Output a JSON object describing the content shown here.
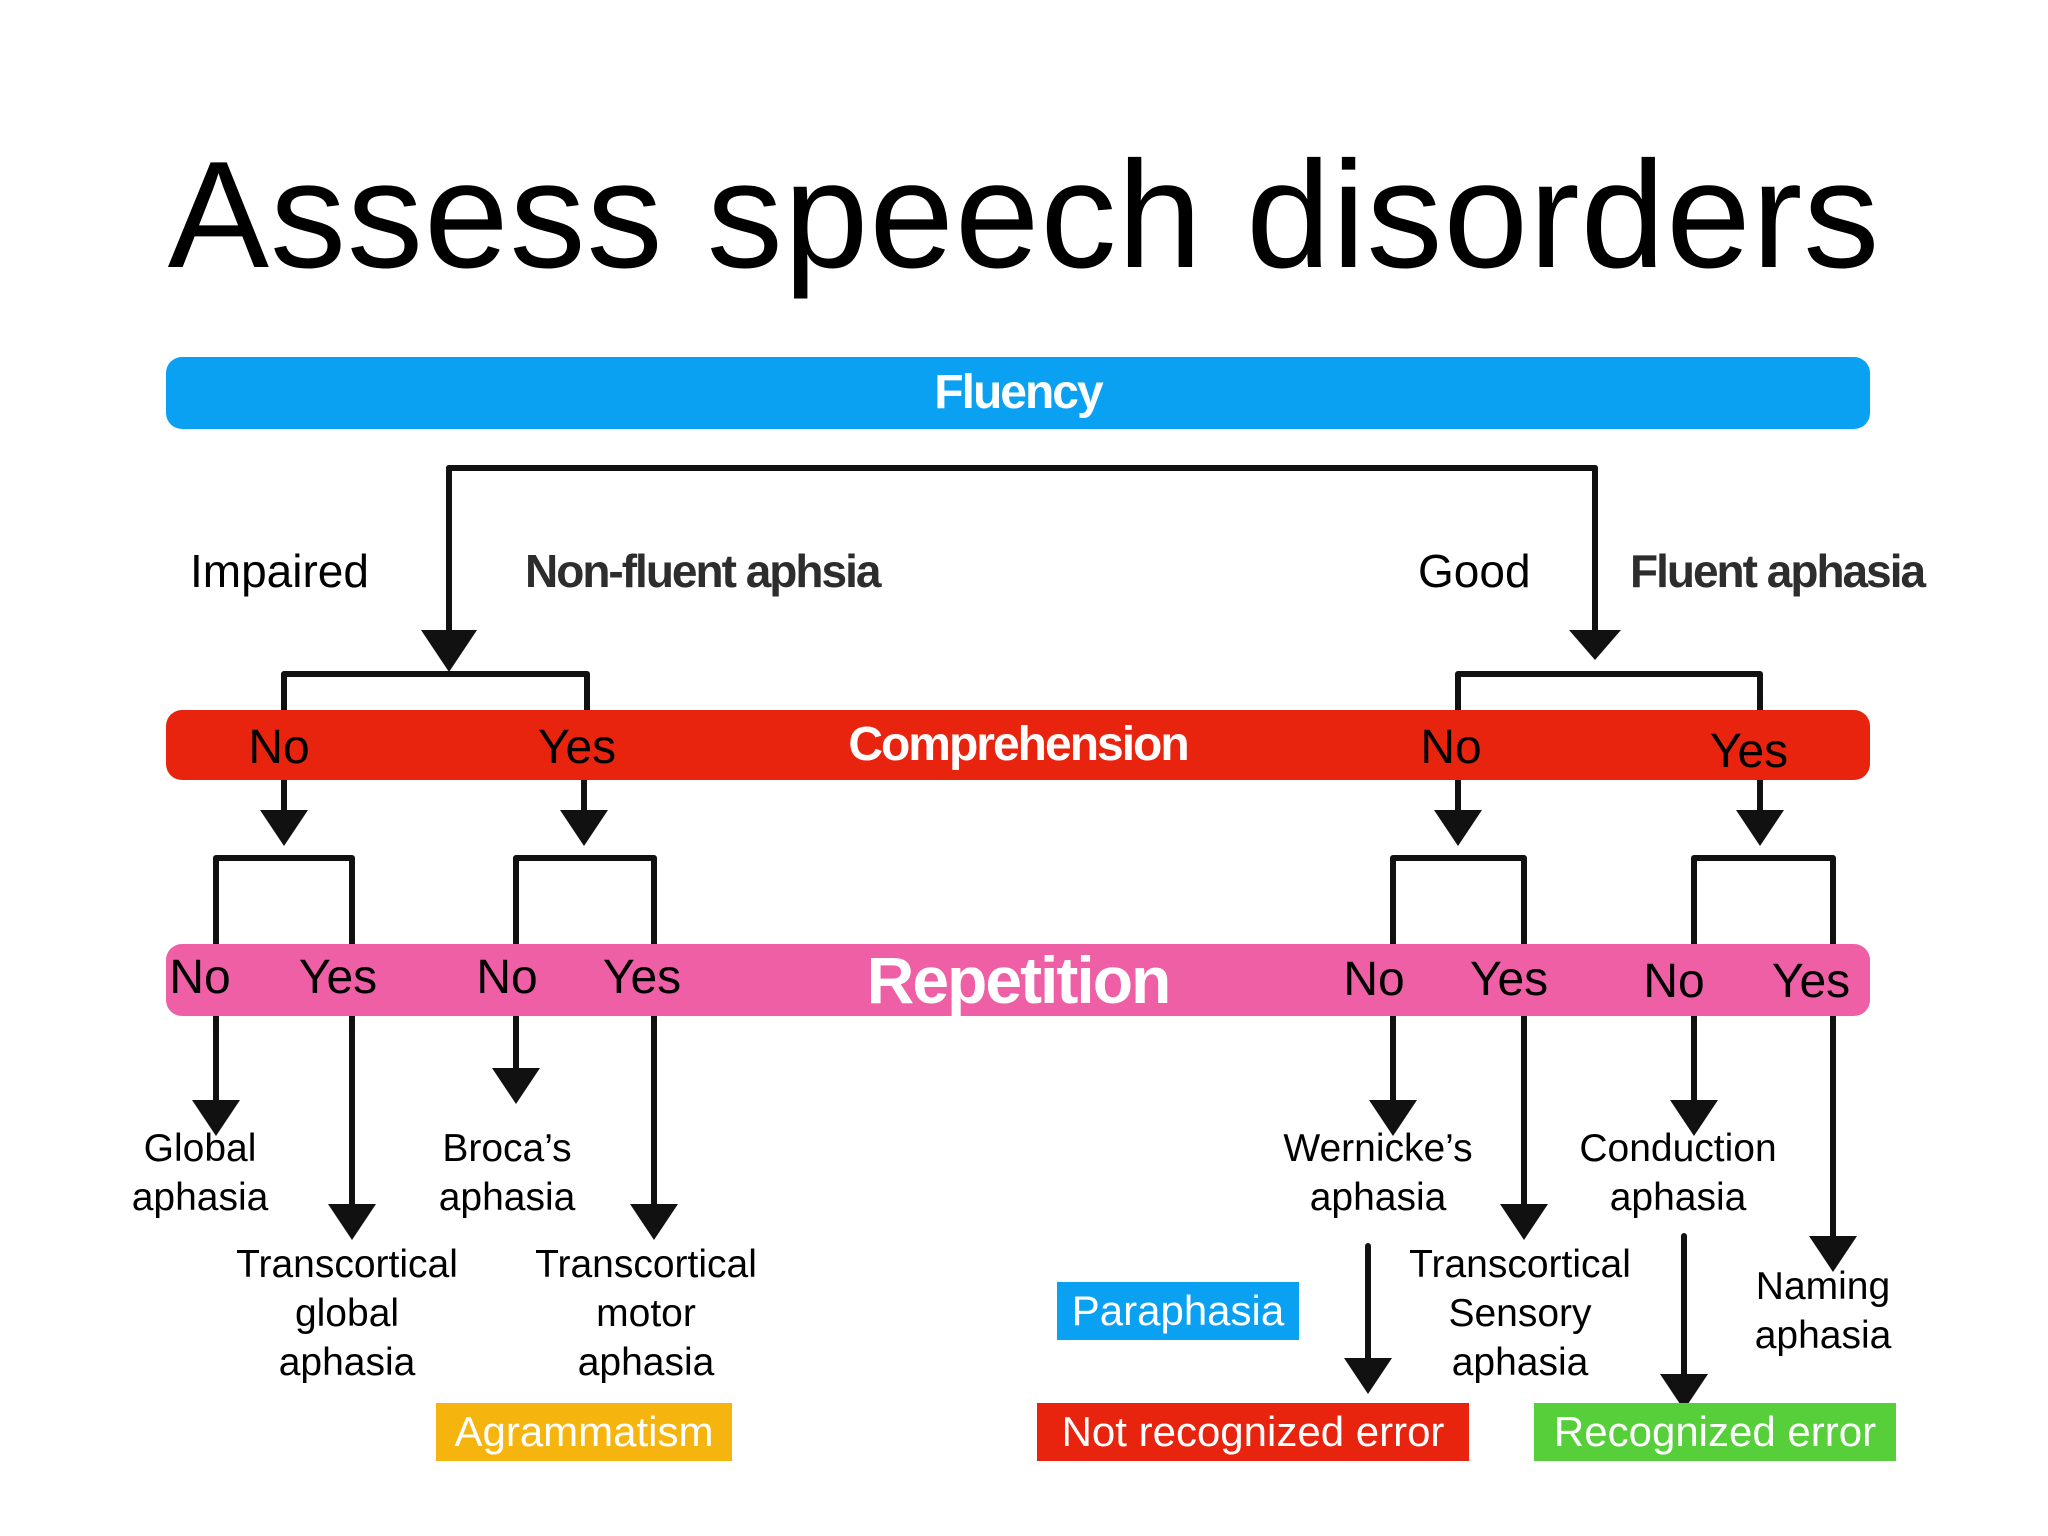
{
  "title": "Assess speech disorders",
  "bars": {
    "fluency": "Fluency",
    "comprehension": "Comprehension",
    "repetition": "Repetition"
  },
  "fluency_branches": {
    "impaired": "Impaired",
    "non_fluent": "Non-fluent aphsia",
    "good": "Good",
    "fluent": "Fluent aphasia"
  },
  "comprehension_answers": [
    "No",
    "Yes",
    "No",
    "Yes"
  ],
  "repetition_answers": [
    "No",
    "Yes",
    "No",
    "Yes",
    "No",
    "Yes",
    "No",
    "Yes"
  ],
  "results": {
    "global": [
      "Global",
      "aphasia"
    ],
    "transcortical_global": [
      "Transcortical",
      "global",
      "aphasia"
    ],
    "broca": [
      "Broca’s",
      "aphasia"
    ],
    "transcortical_motor": [
      "Transcortical",
      "motor",
      "aphasia"
    ],
    "wernicke": [
      "Wernicke’s",
      "aphasia"
    ],
    "transcortical_sensory": [
      "Transcortical",
      "Sensory",
      "aphasia"
    ],
    "conduction": [
      "Conduction",
      "aphasia"
    ],
    "naming": [
      "Naming",
      "aphasia"
    ]
  },
  "tags": {
    "agrammatism": "Agrammatism",
    "paraphasia": "Paraphasia",
    "not_recognized": "Not recognized error",
    "recognized": "Recognized error"
  },
  "colors": {
    "fluency": "#0aa1f2",
    "comprehension": "#e8240e",
    "repetition": "#ee5fa6",
    "agrammatism": "#f5b40e",
    "paraphasia": "#0aa1f2",
    "not_recognized": "#e8240e",
    "recognized": "#57cf3a"
  }
}
